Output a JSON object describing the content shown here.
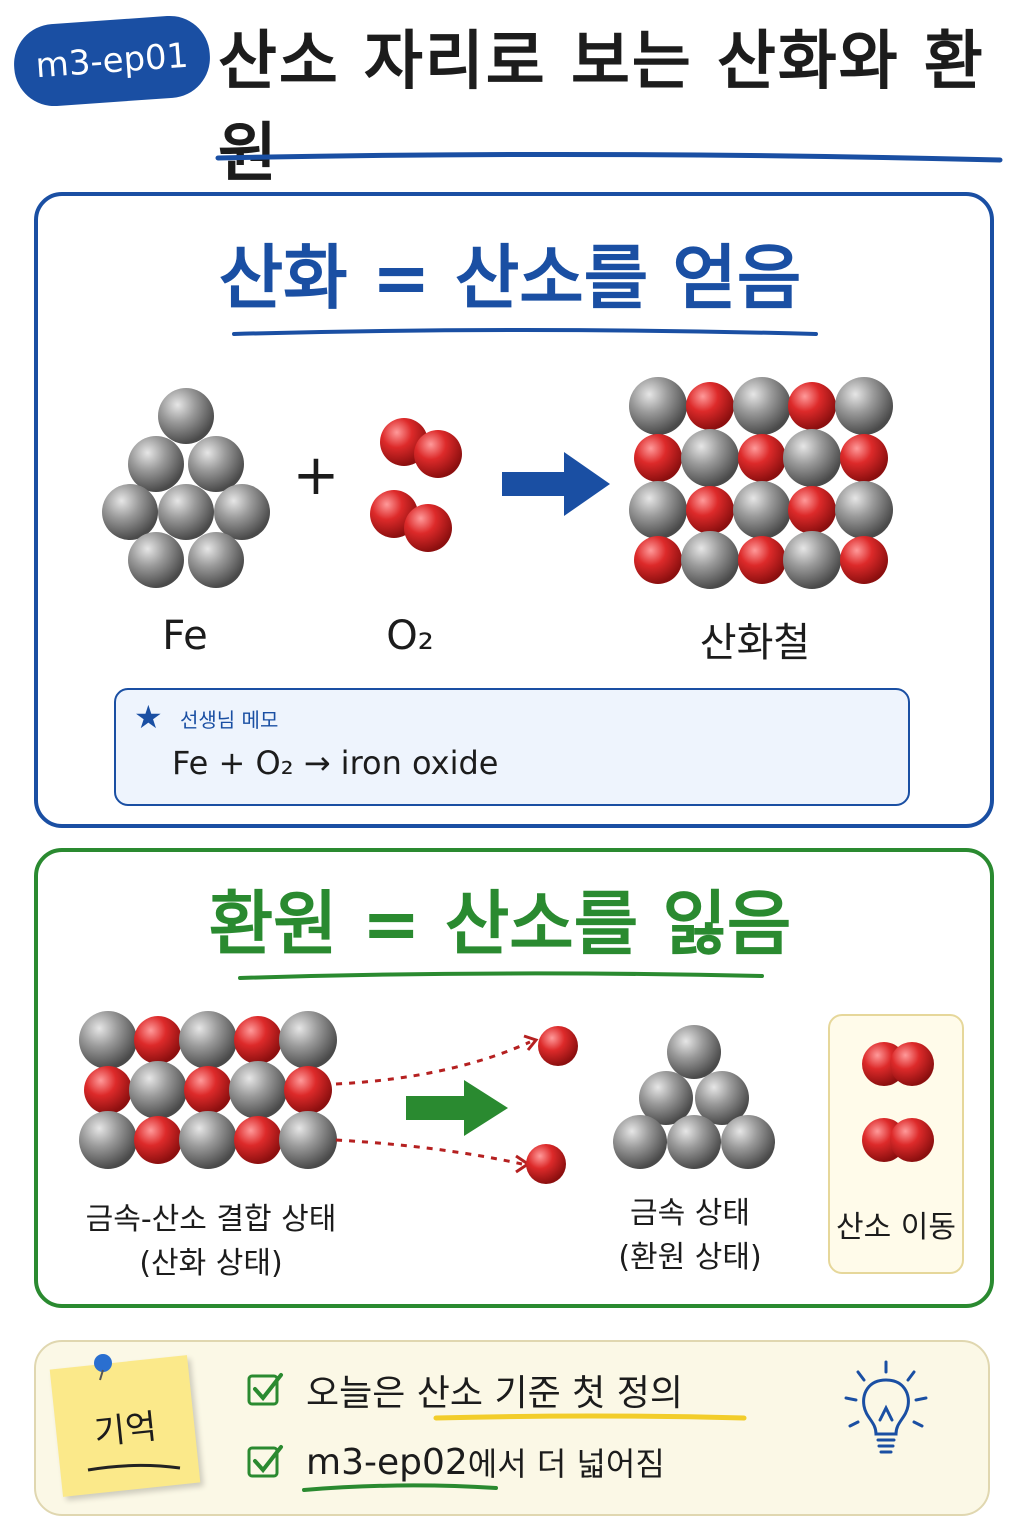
{
  "header": {
    "episode_badge": "m3-ep01",
    "title": "산소 자리로 보는 산화와 환원"
  },
  "oxidation": {
    "title": "산화 = 산소를 얻음",
    "label_fe": "Fe",
    "label_o2": "O₂",
    "label_product": "산화철",
    "plus": "+",
    "memo_title": "선생님 메모",
    "memo_equation": "Fe + O₂ → iron oxide"
  },
  "reduction": {
    "title": "환원 = 산소를 잃음",
    "label_oxide_line1": "금속-산소 결합 상태",
    "label_oxide_line2": "(산화 상태)",
    "label_metal_line1": "금속 상태",
    "label_metal_line2": "(환원 상태)",
    "label_o2_move": "산소 이동"
  },
  "bottom": {
    "sticky_note": "기억",
    "checklist": [
      {
        "text": "오늘은 산소 기준 첫 정의"
      },
      {
        "text_link": "m3-ep02",
        "text": "에서 더 넓어짐"
      }
    ]
  },
  "colors": {
    "blue": "#1a4fa3",
    "green": "#2a8a30",
    "oxygen_red": "#d42525",
    "iron_gray": "#8a8a8a",
    "highlight_yellow": "#f2cd2a"
  }
}
